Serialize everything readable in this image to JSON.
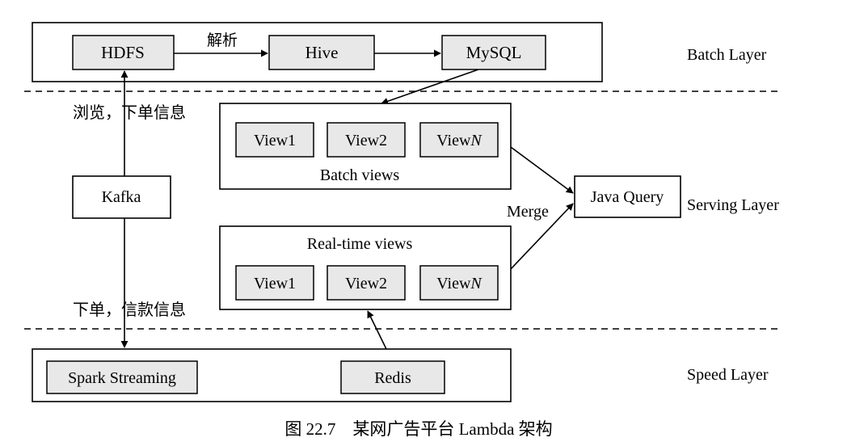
{
  "layers": {
    "batch": "Batch Layer",
    "serving": "Serving Layer",
    "speed": "Speed Layer"
  },
  "nodes": {
    "hdfs": "HDFS",
    "hive": "Hive",
    "mysql": "MySQL",
    "kafka": "Kafka",
    "java_query": "Java Query",
    "spark_streaming": "Spark Streaming",
    "redis": "Redis"
  },
  "batch_views": {
    "title": "Batch views",
    "view1": "View1",
    "view2": "View2",
    "viewN_prefix": "View",
    "viewN_suffix": "N"
  },
  "realtime_views": {
    "title": "Real-time views",
    "view1": "View1",
    "view2": "View2",
    "viewN_prefix": "View",
    "viewN_suffix": "N"
  },
  "edges": {
    "parse": "解析",
    "merge": "Merge",
    "browse_order_info": "浏览，下单信息",
    "order_payment_info": "下单，信款信息"
  },
  "caption": "图 22.7　某网广告平台 Lambda 架构"
}
